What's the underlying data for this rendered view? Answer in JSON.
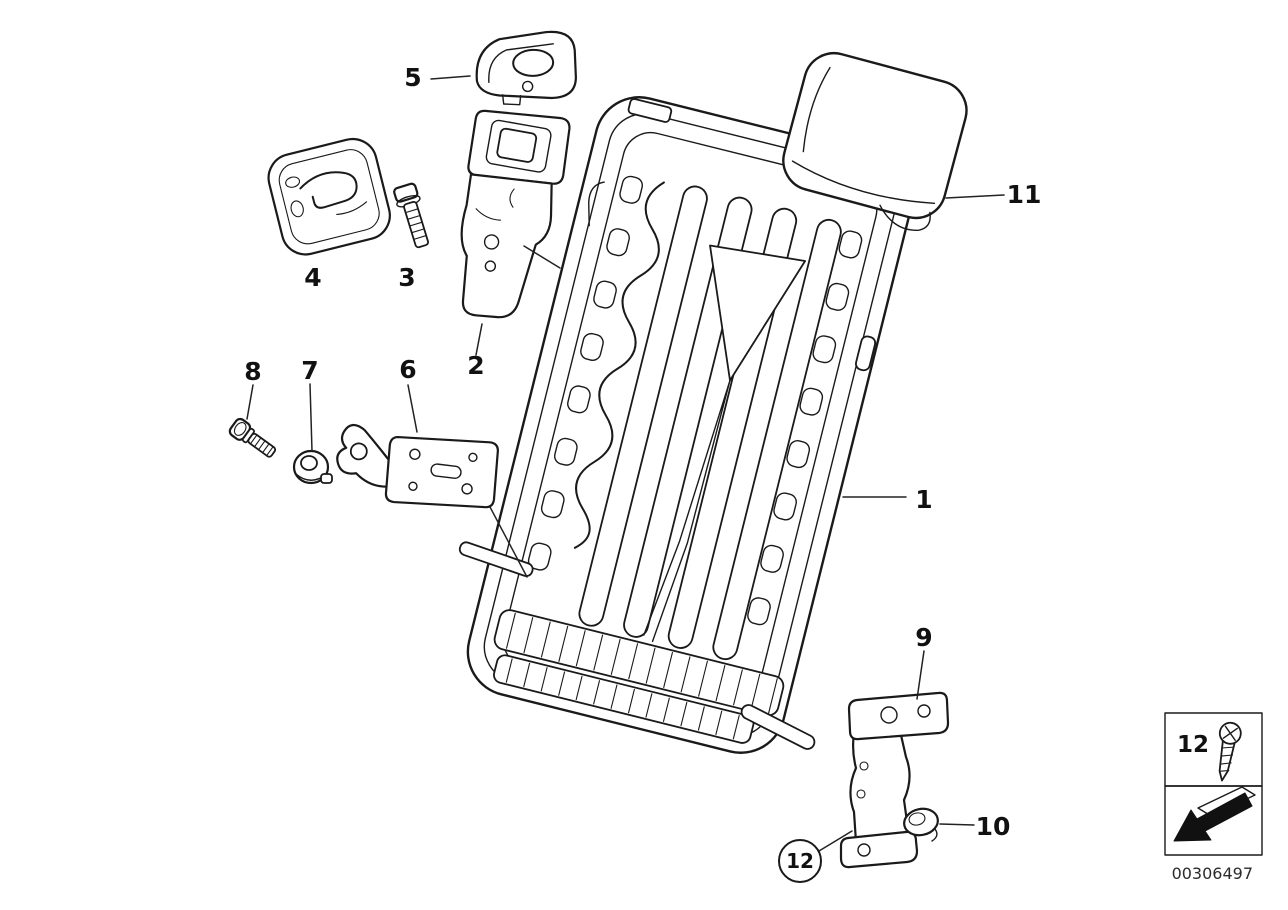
{
  "page": {
    "background": "#ffffff",
    "line_color": "#1a1a1a",
    "image_code": "00306497"
  },
  "diagram": {
    "type": "exploded-parts-diagram",
    "callouts": {
      "c1": "1",
      "c2": "2",
      "c3": "3",
      "c4": "4",
      "c5": "5",
      "c6": "6",
      "c7": "7",
      "c8": "8",
      "c9": "9",
      "c10": "10",
      "c11": "11",
      "c12": "12"
    },
    "circled_callout": "12",
    "legend": {
      "fastener_number": "12",
      "fastener_icon": "screw-icon",
      "direction_icon": "direction-arrow-icon"
    }
  }
}
